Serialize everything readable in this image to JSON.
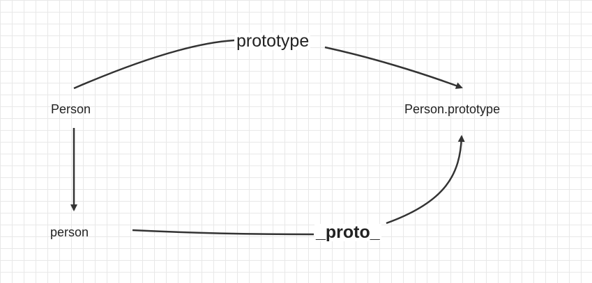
{
  "diagram": {
    "nodes": {
      "person_ctor": "Person",
      "person_proto": "Person.prototype",
      "person_instance": "person"
    },
    "edges": {
      "prototype_label": "prototype",
      "proto_label": "_proto_"
    },
    "colors": {
      "stroke": "#333333",
      "text": "#222222",
      "grid": "#e8e8e8",
      "background": "#ffffff"
    }
  }
}
